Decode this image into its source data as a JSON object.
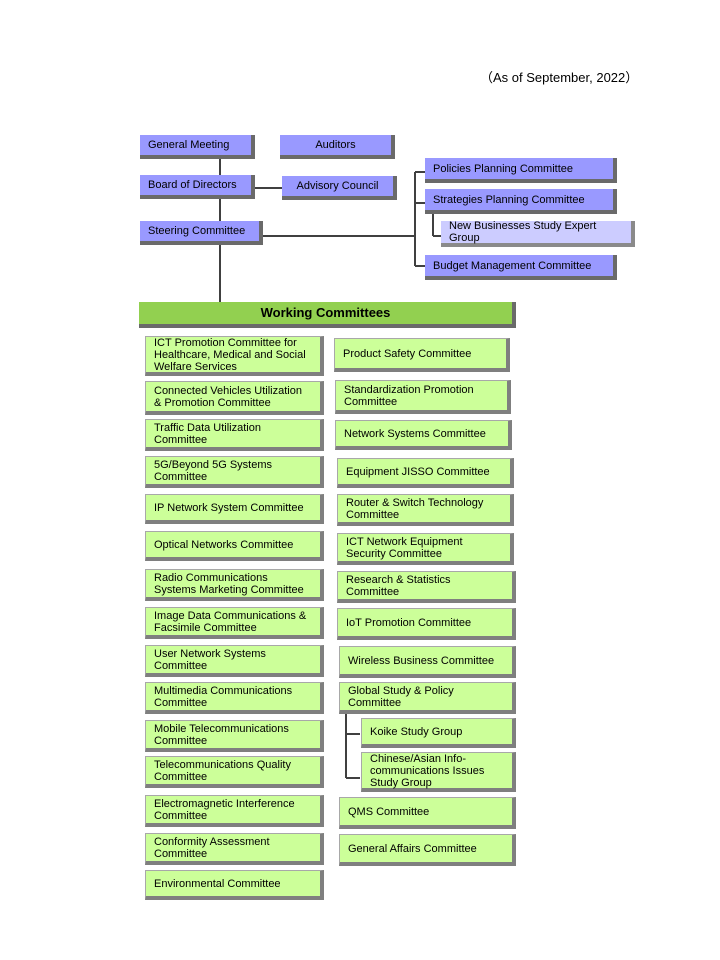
{
  "as_of": "（As of September, 2022）",
  "top": {
    "general_meeting": "General Meeting",
    "auditors": "Auditors",
    "board_of_directors": "Board of Directors",
    "advisory_council": "Advisory Council",
    "steering_committee": "Steering Committee",
    "policies_planning": "Policies Planning Committee",
    "strategies_planning": "Strategies Planning Committee",
    "new_businesses": "New Businesses Study Expert Group",
    "budget_management": "Budget Management Committee"
  },
  "working_committees_title": "Working Committees",
  "left_column": [
    "ICT Promotion Committee for Healthcare, Medical and Social Welfare Services",
    "Connected Vehicles Utilization & Promotion Committee",
    "Traffic Data Utilization Committee",
    "5G/Beyond 5G Systems Committee",
    "IP Network System Committee",
    "Optical Networks Committee",
    "Radio Communications Systems Marketing Committee",
    "Image Data Communications & Facsimile Committee",
    "User Network Systems Committee",
    "Multimedia Communications Committee",
    "Mobile Telecommunications Committee",
    "Telecommunications Quality Committee",
    "Electromagnetic Interference Committee",
    "Conformity Assessment Committee",
    "Environmental Committee"
  ],
  "right_column": [
    "Product Safety Committee",
    "Standardization Promotion Committee",
    "Network Systems Committee",
    "Equipment JISSO Committee",
    "Router & Switch Technology Committee",
    "ICT Network Equipment Security Committee",
    "Research & Statistics Committee",
    "IoT Promotion Committee",
    "Wireless Business Committee",
    "Global Study & Policy Committee",
    "QMS Committee",
    "General Affairs Committee"
  ],
  "study_groups": [
    "Koike Study Group",
    "Chinese/Asian Info-communications Issues Study Group"
  ]
}
